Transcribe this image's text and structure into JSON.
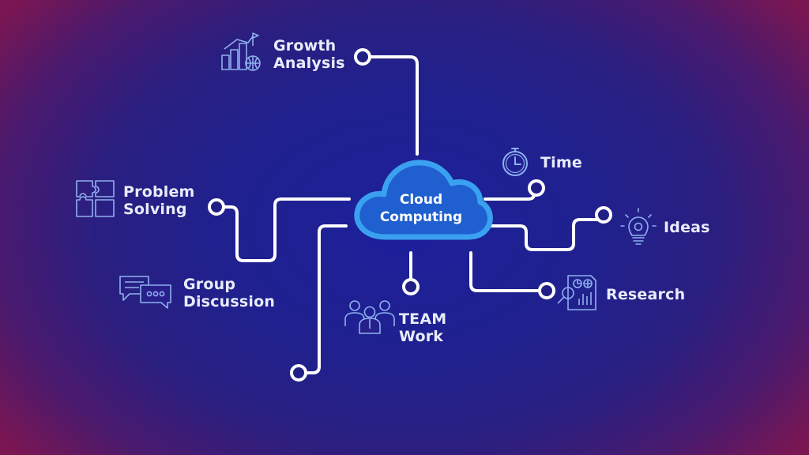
{
  "center": {
    "line1": "Cloud",
    "line2": "Computing"
  },
  "nodes": [
    {
      "id": "growth-analysis",
      "line1": "Growth",
      "line2": "Analysis",
      "icon": "growth-chart-globe-icon"
    },
    {
      "id": "problem-solving",
      "line1": "Problem",
      "line2": "Solving",
      "icon": "puzzle-icon"
    },
    {
      "id": "group-discussion",
      "line1": "Group",
      "line2": "Discussion",
      "icon": "chat-bubbles-icon"
    },
    {
      "id": "team-work",
      "line1": "TEAM",
      "line2": "Work",
      "icon": "team-people-icon"
    },
    {
      "id": "time",
      "line1": "Time",
      "line2": "",
      "icon": "stopwatch-icon"
    },
    {
      "id": "ideas",
      "line1": "Ideas",
      "line2": "",
      "icon": "lightbulb-icon"
    },
    {
      "id": "research",
      "line1": "Research",
      "line2": "",
      "icon": "research-report-icon"
    }
  ],
  "colors": {
    "line": "#ffffff",
    "cloud_fill": "#1f5fd0",
    "cloud_stroke": "#3aa0f0",
    "icon_stroke": "#8fb0ee",
    "text": "#e8ecfb"
  }
}
